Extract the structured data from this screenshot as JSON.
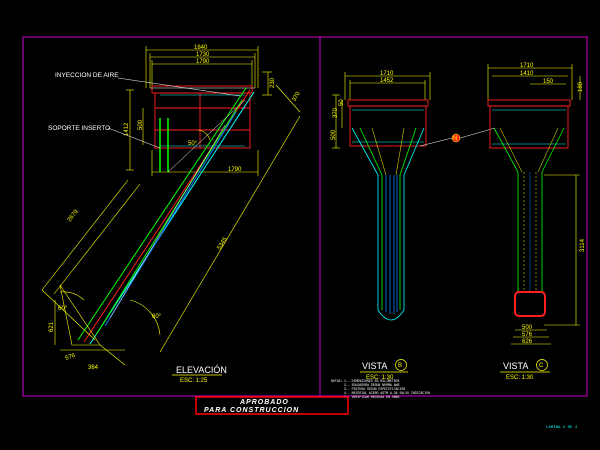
{
  "sheet": {
    "frame_color": "#cc00cc",
    "sheet_code": "LAMINA 2 DE 4"
  },
  "elevacion": {
    "label_air": "INYECCION DE AIRE",
    "label_support": "SOPORTE INSERTO",
    "title": "ELEVACIÓN",
    "scale": "ESC: 1:25",
    "dims": {
      "d1840": "1840",
      "d1730": "1730",
      "d1790_top": "1790",
      "d1790_bottom": "1790",
      "d1412": "1412",
      "d500": "500",
      "d230": "230",
      "d370": "370",
      "d2679": "2679",
      "d5345": "5345",
      "d621": "621",
      "d576": "576",
      "d364": "364",
      "a60_left": "60°",
      "a60_right": "60°",
      "a50": "50°"
    }
  },
  "vista_b": {
    "title": "VISTA",
    "marker": "B",
    "scale": "ESC: 1:30",
    "dims": {
      "d1710": "1710",
      "d1452": "1452",
      "d370": "370",
      "d500": "500",
      "d50": "50"
    }
  },
  "vista_c": {
    "title": "VISTA",
    "marker": "C",
    "scale": "ESC: 1:30",
    "dims": {
      "d1710": "1710",
      "d1410": "1410",
      "d150": "150",
      "d180": "180",
      "d3114": "3114",
      "d500": "500",
      "d576": "576",
      "d626": "626"
    }
  },
  "notes": {
    "heading": "NOTAS:",
    "lines": [
      "1.- DIMENSIONES EN MILIMETROS",
      "2.- SOLDADURA SEGUN NORMA AWS",
      "3.- PINTURA SEGUN ESPECIFICACION",
      "4.- MATERIAL ACERO ASTM A-36 SALVO INDICACION",
      "5.- VERIFICAR MEDIDAS EN OBRA"
    ]
  },
  "stamp": {
    "line1": "APROBADO",
    "line2": "PARA CONSTRUCCION",
    "border_color": "#ff0000"
  },
  "callout": {
    "marker": "N"
  }
}
